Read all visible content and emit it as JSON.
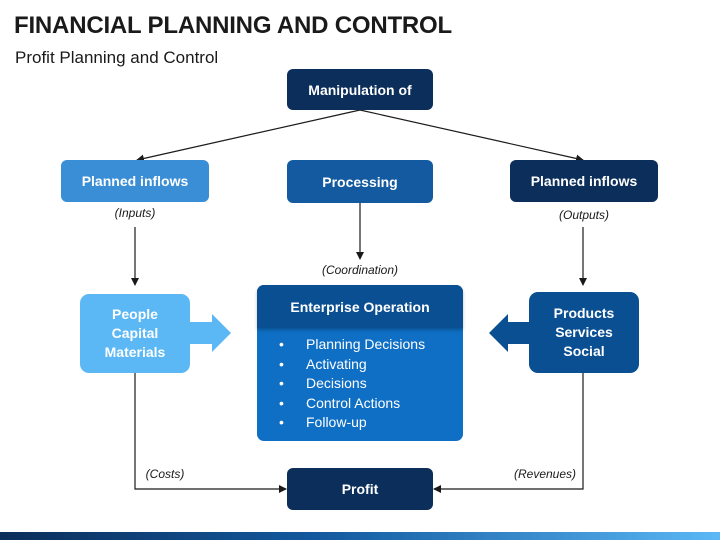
{
  "header": {
    "title": "FINANCIAL PLANNING AND CONTROL",
    "subtitle": "Profit Planning and Control"
  },
  "nodes": {
    "manipulation": "Manipulation of",
    "planned_inflows_left": "Planned inflows",
    "processing": "Processing",
    "planned_inflows_right": "Planned inflows",
    "inputs_lines": [
      "People",
      "Capital",
      "Materials"
    ],
    "outputs_lines": [
      "Products",
      "Services",
      "Social"
    ],
    "enterprise": {
      "title": "Enterprise Operation",
      "items": [
        "Planning Decisions",
        "Activating",
        "Decisions",
        "Control Actions",
        "Follow-up"
      ]
    },
    "profit": "Profit"
  },
  "annotations": {
    "inputs": "(Inputs)",
    "outputs": "(Outputs)",
    "coordination": "(Coordination)",
    "costs": "(Costs)",
    "revenues": "(Revenues)"
  },
  "colors": {
    "navy": "#0b2e5a",
    "mid_blue": "#135aa0",
    "light_blue": "#3a8ed6",
    "sky_blue": "#5bb8f5",
    "enterprise_blue": "#0e6fc4"
  }
}
